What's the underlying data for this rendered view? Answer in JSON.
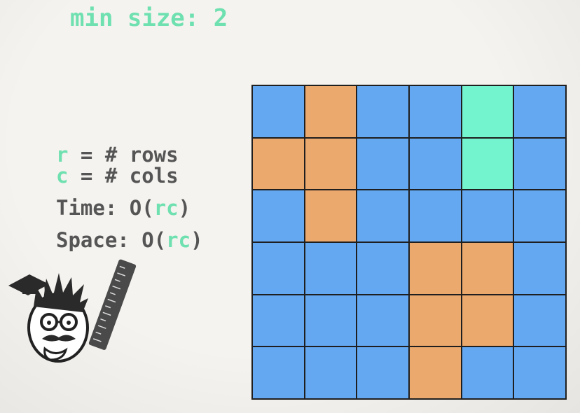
{
  "title": "min size: 2",
  "legend": {
    "r_var": "r",
    "r_rest": " = # rows",
    "c_var": "c",
    "c_rest": " = # cols"
  },
  "complexity": {
    "time_prefix": "Time: O(",
    "time_var": "rc",
    "time_suffix": ")",
    "space_prefix": "Space: O(",
    "space_var": "rc",
    "space_suffix": ")"
  },
  "colors": {
    "water": "#64a8f2",
    "land": "#eca96e",
    "highlight": "#74f3cf",
    "accent_text": "#6fe0b0",
    "grid_line": "#1f1f1f"
  },
  "grid": [
    [
      "water",
      "land",
      "water",
      "water",
      "highlight",
      "water"
    ],
    [
      "land",
      "land",
      "water",
      "water",
      "highlight",
      "water"
    ],
    [
      "water",
      "land",
      "water",
      "water",
      "water",
      "water"
    ],
    [
      "water",
      "water",
      "water",
      "land",
      "land",
      "water"
    ],
    [
      "water",
      "water",
      "water",
      "land",
      "land",
      "water"
    ],
    [
      "water",
      "water",
      "water",
      "land",
      "water",
      "water"
    ]
  ],
  "mascot": {
    "icon": "professor-mascot-icon"
  }
}
